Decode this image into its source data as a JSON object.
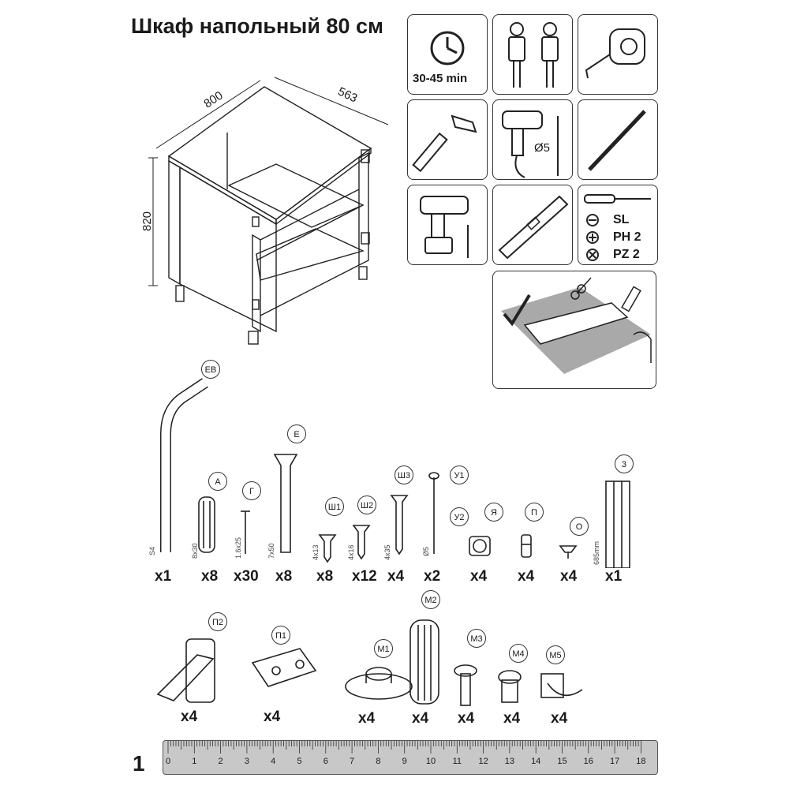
{
  "title": "Шкаф напольный 80 см",
  "page_number": "1",
  "dimensions": {
    "width": "800",
    "depth": "563",
    "height": "820"
  },
  "tools": {
    "time": "30-45 min",
    "drill_bit": "Ø5",
    "screwdriver_types": [
      "SL",
      "PH 2",
      "PZ 2"
    ]
  },
  "parts_row1": [
    {
      "tag": "ЕВ",
      "size": "S4",
      "qty": "x1"
    },
    {
      "tag": "А",
      "size": "8x30",
      "qty": "x8"
    },
    {
      "tag": "Г",
      "size": "1.6x25",
      "qty": "x30"
    },
    {
      "tag": "Е",
      "size": "7x50",
      "qty": "x8"
    },
    {
      "tag": "Ш1",
      "size": "4x13",
      "qty": "x8"
    },
    {
      "tag": "Ш2",
      "size": "4x16",
      "qty": "x12"
    },
    {
      "tag": "Ш3",
      "size": "4x35",
      "qty": "x4"
    },
    {
      "tag": "У1",
      "size": "Ø5",
      "qty": "x2"
    },
    {
      "tag": "У2",
      "size": "",
      "qty": ""
    },
    {
      "tag": "Я",
      "size": "",
      "qty": "x4"
    },
    {
      "tag": "П",
      "size": "",
      "qty": "x4"
    },
    {
      "tag": "О",
      "size": "",
      "qty": "x4"
    },
    {
      "tag": "З",
      "size": "685mm",
      "qty": "x1"
    }
  ],
  "parts_row2": [
    {
      "tag": "П2",
      "qty": "x4"
    },
    {
      "tag": "П1",
      "qty": "x4"
    },
    {
      "tag": "М1",
      "qty": "x4"
    },
    {
      "tag": "М2",
      "qty": "x4"
    },
    {
      "tag": "М3",
      "qty": "x4"
    },
    {
      "tag": "М4",
      "qty": "x4"
    },
    {
      "tag": "М5",
      "qty": "x4"
    }
  ],
  "ruler": {
    "labels": [
      "0",
      "1",
      "2",
      "3",
      "4",
      "5",
      "6",
      "7",
      "8",
      "9",
      "10",
      "11",
      "12",
      "13",
      "14",
      "15",
      "16",
      "17",
      "18"
    ]
  },
  "colors": {
    "ink": "#1a1a1a",
    "ruler": "#c8c8c8",
    "unbox_sheet": "#a9a9a9"
  }
}
